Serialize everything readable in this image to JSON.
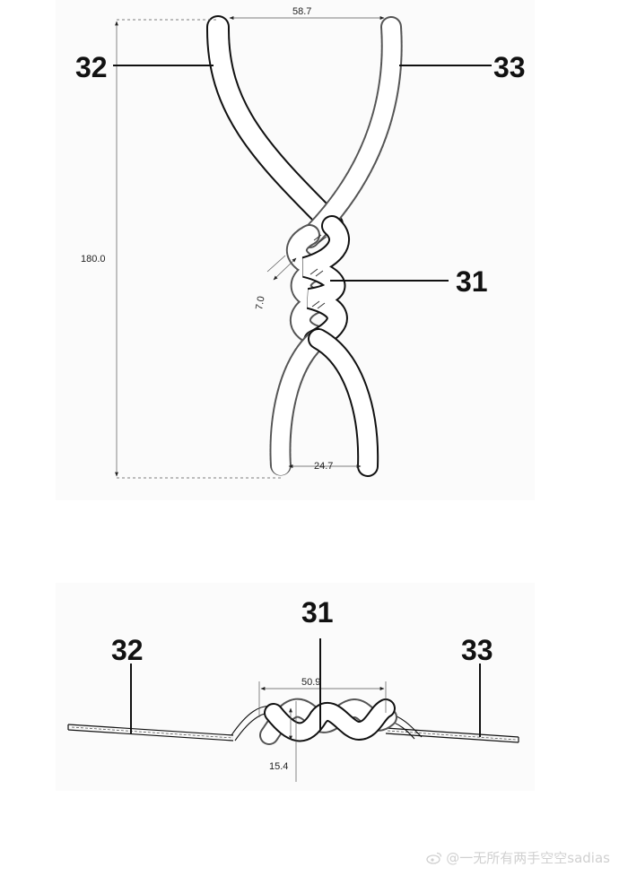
{
  "top_view": {
    "labels": {
      "left_strand": "32",
      "right_strand": "33",
      "twist": "31"
    },
    "dimensions": {
      "top_width": "58.7",
      "height": "180.0",
      "pitch": "7.0",
      "bottom_width": "24.7"
    }
  },
  "side_view": {
    "labels": {
      "twist": "31",
      "left_strand": "32",
      "right_strand": "33"
    },
    "dimensions": {
      "twist_length": "50.9",
      "thickness": "15.4"
    }
  },
  "watermark": {
    "text": "@一无所有两手空空sadias",
    "icon": "weibo-icon"
  }
}
